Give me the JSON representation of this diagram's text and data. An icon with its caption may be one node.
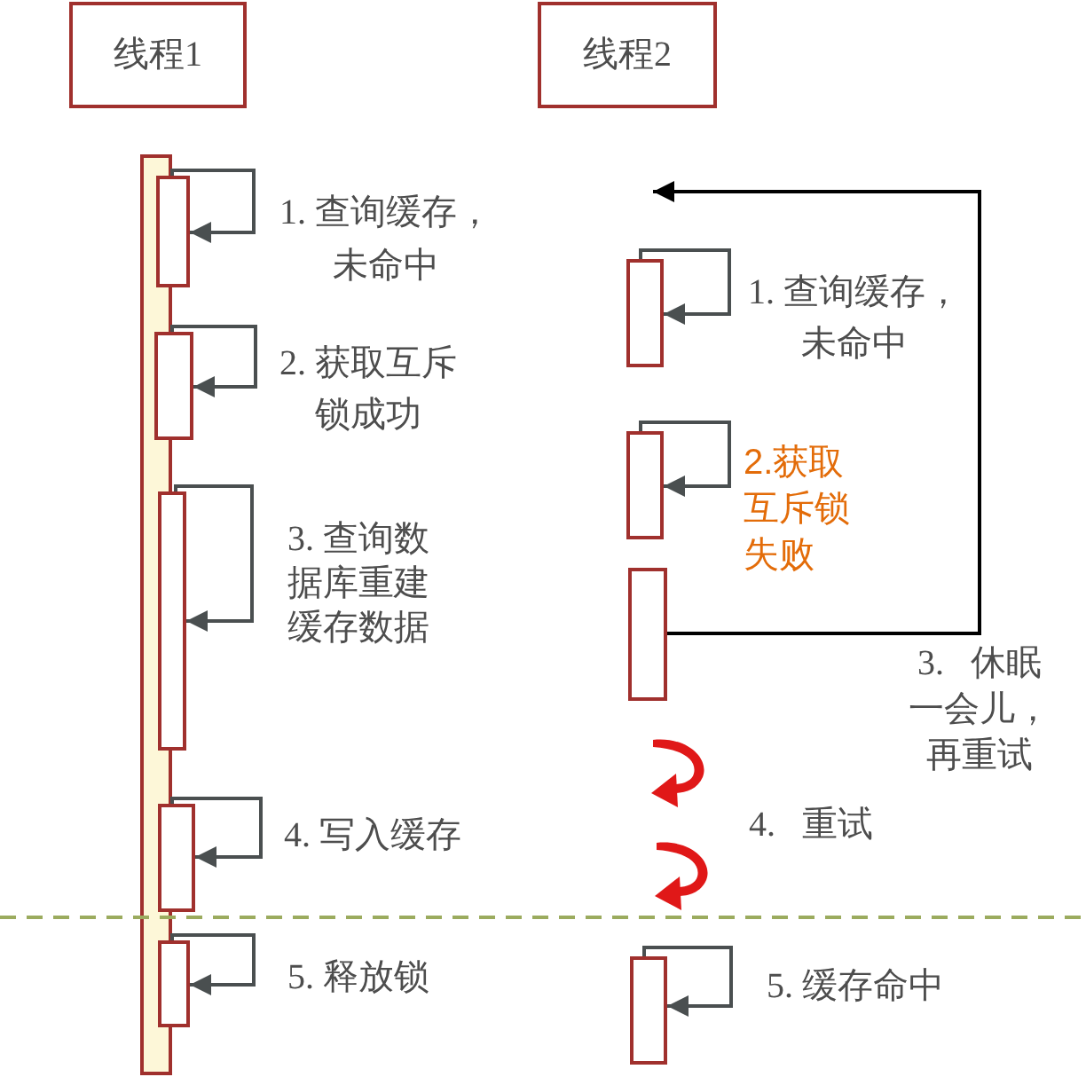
{
  "diagram": {
    "nodes": [
      {
        "text": [
          "线程1"
        ]
      },
      {
        "text": [
          "线程2"
        ]
      },
      {
        "text": [],
        "shape": "bar"
      },
      {
        "text": [],
        "shape": "box"
      },
      {
        "text": [],
        "shape": "box"
      },
      {
        "text": [],
        "shape": "box"
      },
      {
        "text": [],
        "shape": "box"
      },
      {
        "text": [],
        "shape": "box"
      },
      {
        "text": [],
        "shape": "box"
      },
      {
        "text": [],
        "shape": "box"
      },
      {
        "text": [],
        "shape": "box"
      },
      {
        "text": [],
        "shape": "box"
      }
    ],
    "edges": [
      {
        "from": 3,
        "to": 3,
        "arrow": "to",
        "label": "1. 查询缓存，未命中"
      },
      {
        "from": 4,
        "to": 4,
        "arrow": "to",
        "label": "2. 获取互斥锁成功"
      },
      {
        "from": 5,
        "to": 5,
        "arrow": "to",
        "label": "3. 查询数据库重建缓存数据"
      },
      {
        "from": 6,
        "to": 6,
        "arrow": "to",
        "label": "4. 写入缓存"
      },
      {
        "from": 7,
        "to": 7,
        "arrow": "to",
        "label": "5. 释放锁"
      },
      {
        "from": 8,
        "to": 8,
        "arrow": "to",
        "label": "1. 查询缓存，未命中"
      },
      {
        "from": 9,
        "to": 9,
        "arrow": "to",
        "label": "2.获取互斥锁失败"
      },
      {
        "from": 10,
        "to": null,
        "arrow": "to",
        "label": "3. 休眠一会儿，再重试",
        "color": "#000000"
      },
      {
        "from": 11,
        "to": 11,
        "arrow": "to",
        "label": "5. 缓存命中"
      }
    ],
    "labels": [
      "4. 重试"
    ]
  }
}
